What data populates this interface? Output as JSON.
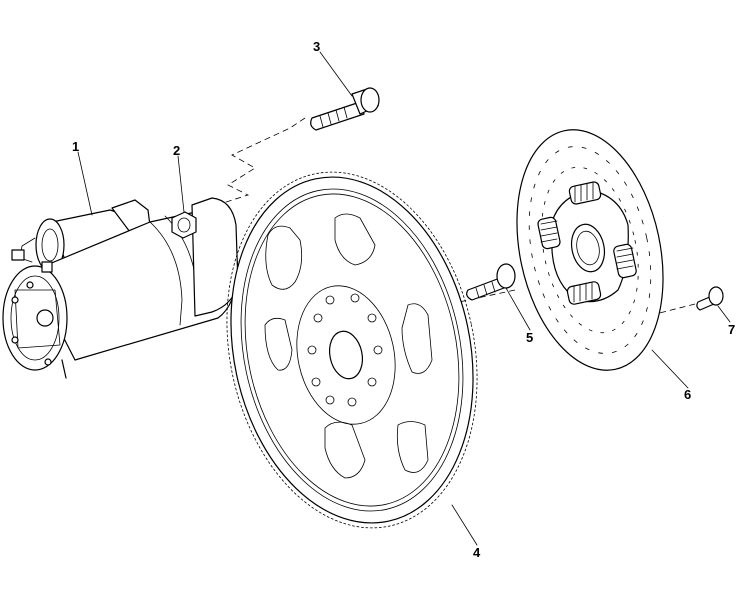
{
  "callouts": [
    {
      "id": "1",
      "label": "1"
    },
    {
      "id": "2",
      "label": "2"
    },
    {
      "id": "3",
      "label": "3"
    },
    {
      "id": "4",
      "label": "4"
    },
    {
      "id": "5",
      "label": "5"
    },
    {
      "id": "6",
      "label": "6"
    },
    {
      "id": "7",
      "label": "7"
    }
  ],
  "parts": {
    "starter_motor": "1",
    "starter_nut": "2",
    "starter_bolt": "3",
    "flywheel": "4",
    "flywheel_bolt": "5",
    "clutch_disc": "6",
    "disc_bolt": "7"
  }
}
